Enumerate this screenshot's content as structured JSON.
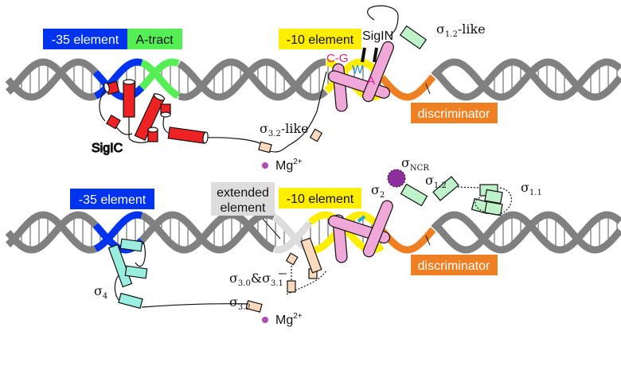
{
  "colors": {
    "dna_strand": "#808080",
    "dna_outline": "#3a3a3a",
    "minus35": "#0033ee",
    "a_tract": "#55ee55",
    "minus10": "#ffee00",
    "discriminator": "#ee7f22",
    "extended": "#dddddd",
    "sigic_helix": "#ee2222",
    "sigma4_helix": "#99eee0",
    "sigma3_helix": "#fbd9bd",
    "sigma2_helix": "#f0a8d8",
    "sigma1_helix": "#bff2c8",
    "sigma_ncr": "#8e2f9e",
    "mg_ion": "#b04ab8",
    "base_cg": "#e0208a",
    "base_w": "#1a8ad0",
    "blue_nucleotide": "#22aadd"
  },
  "top_panel": {
    "box_minus35": "-35 element",
    "box_a_tract": "A-tract",
    "box_minus10": "-10 element",
    "box_discriminator": "discriminator",
    "label_sigic": "SigIC",
    "label_sigin": "SigIN",
    "label_sigma12_like": {
      "sigma": "σ",
      "sub": "1.2",
      "suffix": "-like"
    },
    "label_sigma32_like": {
      "sigma": "σ",
      "sub": "3.2",
      "suffix": "-like"
    },
    "label_mg": {
      "text": "Mg",
      "sup": "2+"
    },
    "bases": {
      "c": "C",
      "dash": "-",
      "g": "G",
      "w": "W",
      "a": "A"
    }
  },
  "bottom_panel": {
    "box_minus35": "-35 element",
    "box_extended_line1": "extended",
    "box_extended_line2": "element",
    "box_minus10": "-10 element",
    "box_discriminator": "discriminator",
    "label_sigma4": {
      "sigma": "σ",
      "sub": "4"
    },
    "label_sigma2": {
      "sigma": "σ",
      "sub": "2"
    },
    "label_sigma_ncr": {
      "sigma": "σ",
      "sub": "NCR"
    },
    "label_sigma12": {
      "sigma": "σ",
      "sub": "1.2"
    },
    "label_sigma11": {
      "sigma": "σ",
      "sub": "1.1"
    },
    "label_sigma30_31": {
      "sigma1": "σ",
      "sub1": "3.0",
      "amp": "&",
      "sigma2": "σ",
      "sub2": "3.1"
    },
    "label_sigma32": {
      "sigma": "σ",
      "sub": "3.2"
    },
    "label_mg": {
      "text": "Mg",
      "sup": "2+"
    }
  }
}
